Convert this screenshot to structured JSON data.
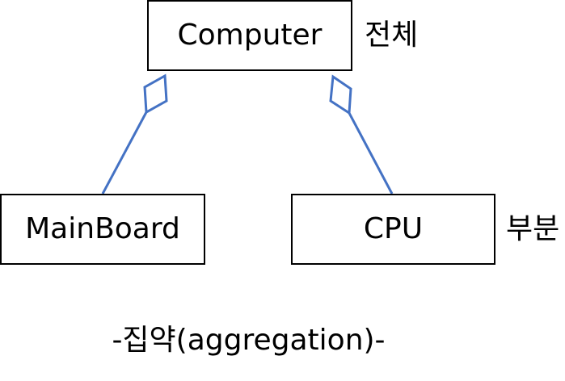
{
  "diagram": {
    "whole_class": "Computer",
    "part_classes": [
      "MainBoard",
      "CPU"
    ],
    "whole_label": "전체",
    "part_label": "부분",
    "caption": "-집약(aggregation)-",
    "connector_color": "#4472C4",
    "connector_type": "aggregation (hollow diamond at whole)",
    "box_border_color": "#000000"
  }
}
